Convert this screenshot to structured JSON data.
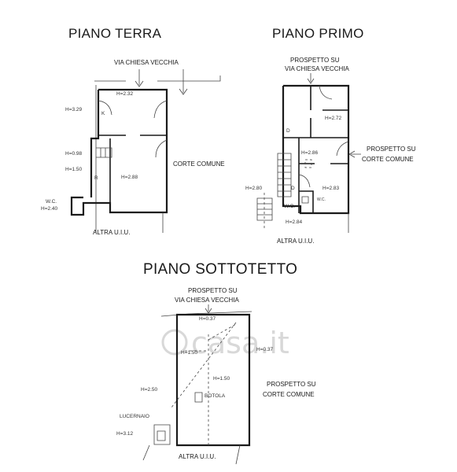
{
  "watermark": "casa.it",
  "piano_terra": {
    "title": "PIANO TERRA",
    "street": "VIA CHIESA VECCHIA",
    "h_main": "H=2.32",
    "h_left": "H=3.29",
    "k": "K",
    "h_stair": "H=0.98",
    "h_150": "H=1.50",
    "r": "R",
    "h_room": "H=2.88",
    "corte": "CORTE COMUNE",
    "wc": "W.C.",
    "h_wc": "H=2.40",
    "altra": "ALTRA U.I.U."
  },
  "piano_primo": {
    "title": "PIANO PRIMO",
    "prospetto_top_1": "PROSPETTO SU",
    "prospetto_top_2": "VIA CHIESA VECCHIA",
    "h_272": "H=2.72",
    "d1": "D",
    "h_286": "H=2.86",
    "prospetto_right_1": "PROSPETTO SU",
    "prospetto_right_2": "CORTE COMUNE",
    "h_280": "H=2.80",
    "d2": "D",
    "h_283": "H=2.83",
    "wc_small": "W.C.",
    "wc": "W.C.",
    "h_284": "H=2.84",
    "altra": "ALTRA U.I.U."
  },
  "piano_sottotetto": {
    "title": "PIANO SOTTOTETTO",
    "prospetto_top_1": "PROSPETTO SU",
    "prospetto_top_2": "VIA CHIESA VECCHIA",
    "h_037a": "H=0.37",
    "h_037b": "H=0.37",
    "h_150a": "H=1.50",
    "h_150b": "H=1.50",
    "h_250": "H=2.50",
    "botola": "BOTOLA",
    "prospetto_right_1": "PROSPETTO SU",
    "prospetto_right_2": "CORTE COMUNE",
    "lucernaio": "LUCERNAIO",
    "h_312": "H=3.12",
    "altra": "ALTRA U.I.U."
  }
}
